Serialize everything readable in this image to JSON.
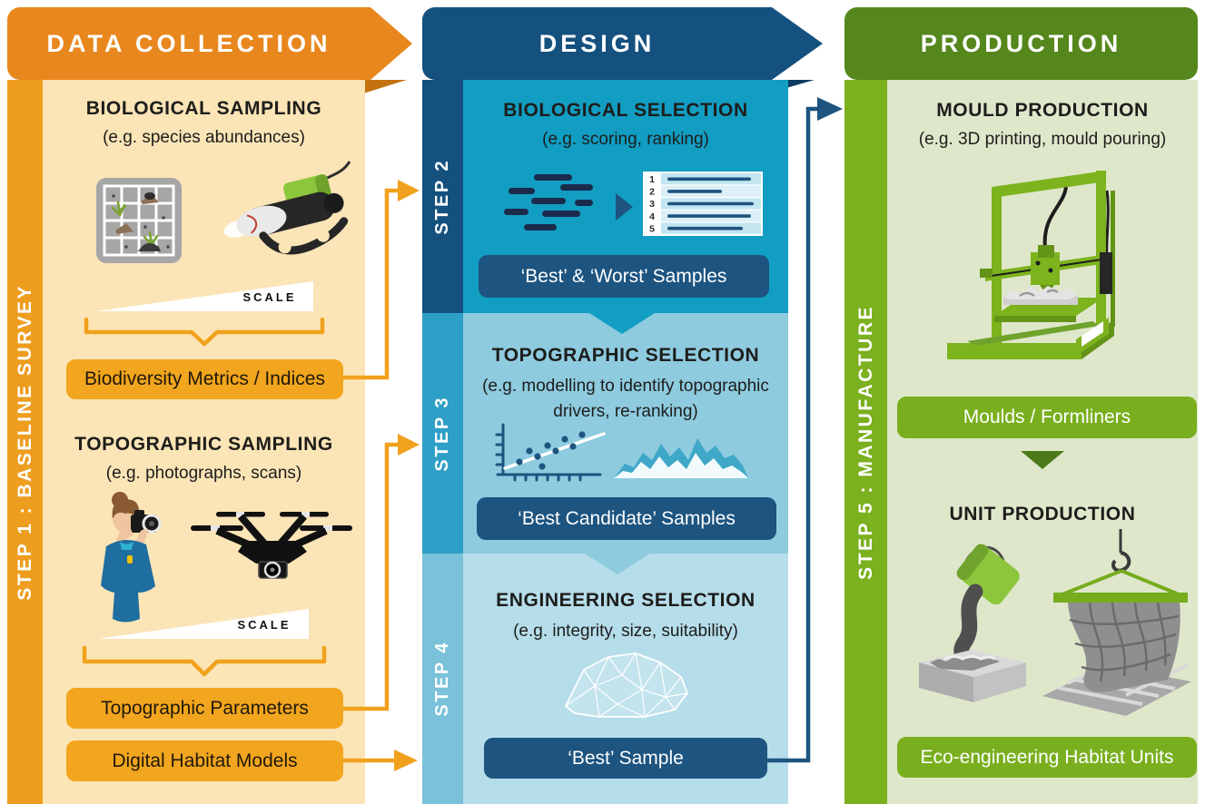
{
  "palette": {
    "orange_banner": "#E8871D",
    "orange_strip": "#EE9D1E",
    "orange_pill": "#F2A51E",
    "peach_panel": "#FBE4B6",
    "navy_banner": "#15517F",
    "navy_pill": "#1D5480",
    "teal_step2": "#129DC2",
    "blue_step3_strip": "#2E9FC6",
    "blue_step3_panel": "#8ECBDF",
    "blue_step4_strip": "#7AC1DA",
    "blue_step4_panel": "#B6DDEA",
    "green_banner": "#55871C",
    "green_strip": "#7BB01E",
    "green_pill": "#79AF1E",
    "green_panel": "#DFE7CB",
    "green_chevron": "#4C7A18"
  },
  "left": {
    "banner": "DATA COLLECTION",
    "side_label": "STEP 1 : BASELINE SURVEY",
    "sections": [
      {
        "title": "BIOLOGICAL SAMPLING",
        "subtitle": "(e.g. species abundances)",
        "scale_label": "SCALE",
        "icons": [
          "quadrat-icon",
          "rov-icon"
        ]
      },
      {
        "title": "TOPOGRAPHIC SAMPLING",
        "subtitle": "(e.g. photographs, scans)",
        "scale_label": "SCALE",
        "icons": [
          "photographer-icon",
          "drone-icon"
        ]
      }
    ],
    "outputs": [
      "Biodiversity Metrics / Indices",
      "Topographic Parameters",
      "Digital Habitat Models"
    ]
  },
  "middle": {
    "banner": "DESIGN",
    "steps": [
      {
        "label": "STEP 2",
        "title": "BIOLOGICAL SELECTION",
        "subtitle": "(e.g. scoring, ranking)",
        "output": "‘Best’ & ‘Worst’ Samples",
        "icons": [
          "sample-dashes-icon",
          "play-arrow-icon",
          "rank-list-icon"
        ]
      },
      {
        "label": "STEP 3",
        "title": "TOPOGRAPHIC SELECTION",
        "subtitle": "(e.g. modelling to identify topographic drivers, re-ranking)",
        "output": "‘Best Candidate’ Samples",
        "icons": [
          "scatter-plot-icon",
          "terrain-icon"
        ]
      },
      {
        "label": "STEP 4",
        "title": "ENGINEERING SELECTION",
        "subtitle": "(e.g. integrity, size, suitability)",
        "output": "‘Best’ Sample",
        "icons": [
          "mesh-rock-icon"
        ]
      }
    ],
    "rank_numbers": [
      "1",
      "2",
      "3",
      "4",
      "5"
    ]
  },
  "right": {
    "banner": "PRODUCTION",
    "side_label": "STEP 5 : MANUFACTURE",
    "sections": [
      {
        "title": "MOULD PRODUCTION",
        "subtitle": "(e.g. 3D printing, mould pouring)",
        "output": "Moulds / Formliners",
        "icons": [
          "printer-3d-icon"
        ]
      },
      {
        "title": "UNIT PRODUCTION",
        "output": "Eco-engineering Habitat Units",
        "icons": [
          "concrete-pour-icon",
          "formliner-crane-icon"
        ]
      }
    ]
  }
}
